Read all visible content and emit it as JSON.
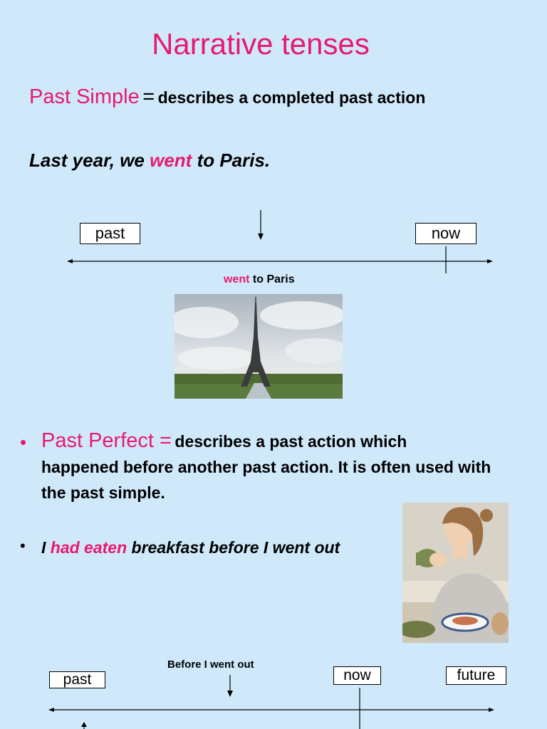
{
  "title": "Narrative tenses",
  "past_simple": {
    "term": "Past Simple",
    "equals": "=",
    "description": "describes a completed past action",
    "example": {
      "before": "Last year, we ",
      "highlight": "went",
      "after": " to Paris."
    }
  },
  "timeline1": {
    "past_label": "past",
    "now_label": "now",
    "caption_highlight": "went",
    "caption_rest": " to Paris"
  },
  "image1": {
    "name": "eiffel-tower-photo"
  },
  "past_perfect": {
    "bullet": "•",
    "term": "Past Perfect =",
    "description_line1": "describes a past action which",
    "description_rest": "happened before another past action. It is often used with the past simple."
  },
  "example2": {
    "bullet": "•",
    "before": "I ",
    "highlight": "had eaten",
    "after": " breakfast before I went out"
  },
  "image2": {
    "name": "woman-with-coffee-photo"
  },
  "timeline2": {
    "caption": "Before I went out",
    "past_label": "past",
    "now_label": "now",
    "future_label": "future"
  },
  "colors": {
    "background": "#cfe9fb",
    "accent": "#e8196e"
  }
}
